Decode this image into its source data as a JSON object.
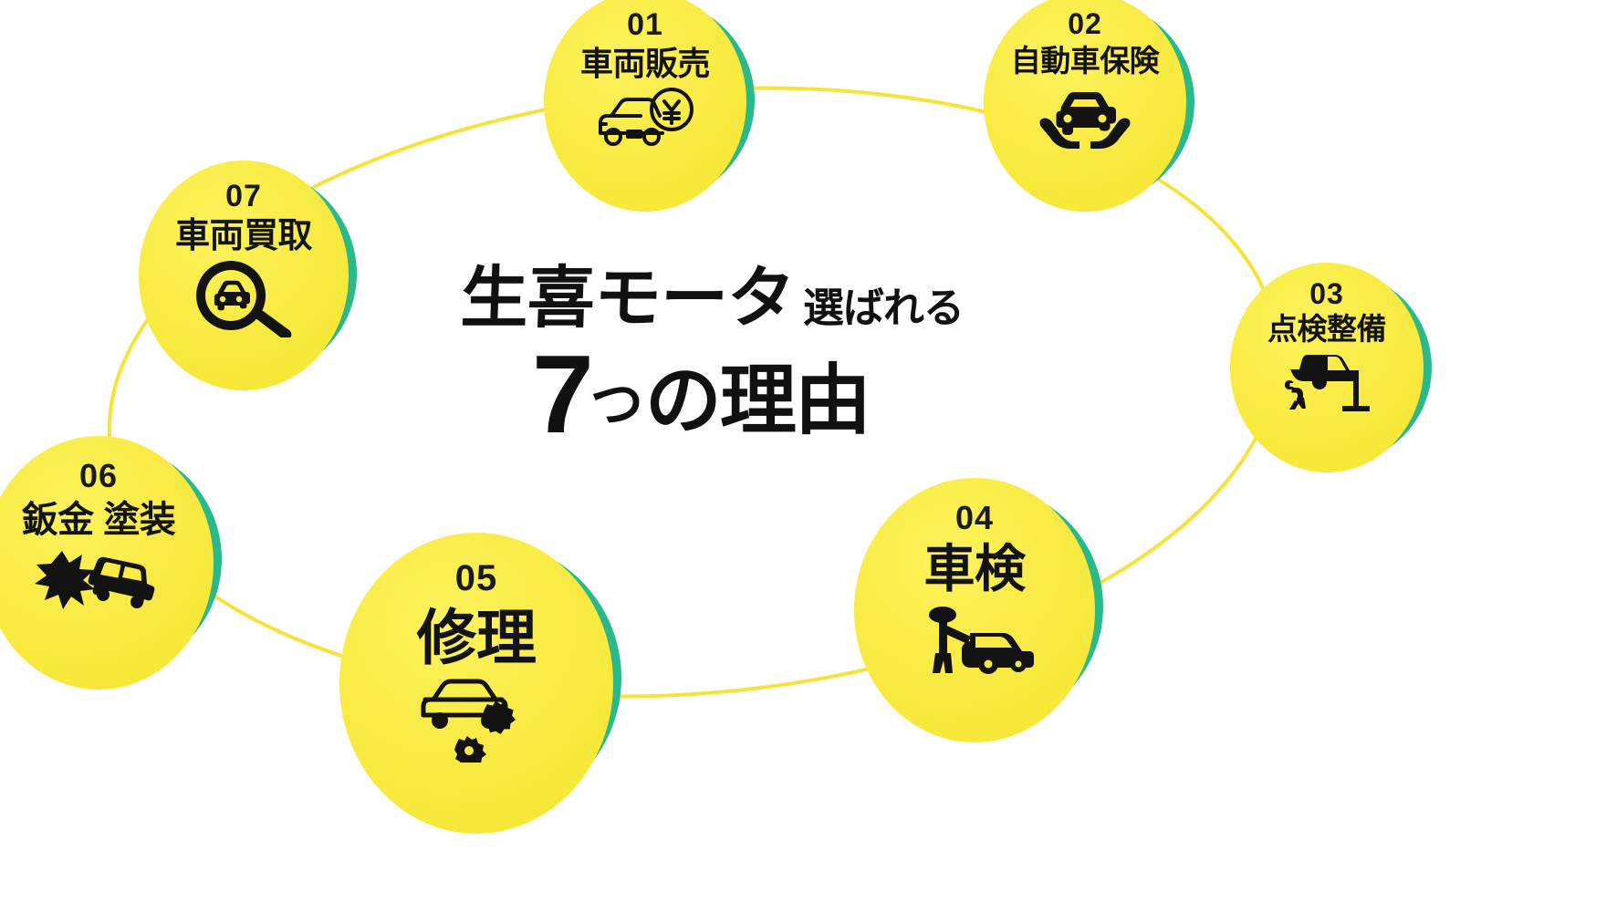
{
  "headline": {
    "brand": "生喜モータ",
    "chosen": "選ばれる",
    "count": "7",
    "counter": "つ",
    "reason": "の理由"
  },
  "colors": {
    "circle_yellow": "#F9EB45",
    "circle_yellow_light": "#FDF35C",
    "circle_yellow_deep": "#F5E630",
    "shadow_green": "#2BB98C",
    "connector_line": "#F7E23A",
    "text_black": "#131313",
    "background": "#FFFFFF"
  },
  "nodes": [
    {
      "id": "01",
      "number": "01",
      "label": "車両販売",
      "icon": "car-with-yen-icon"
    },
    {
      "id": "02",
      "number": "02",
      "label": "自動車保険",
      "icon": "car-in-hands-icon"
    },
    {
      "id": "03",
      "number": "03",
      "label": "点検整備",
      "icon": "car-on-lift-icon"
    },
    {
      "id": "04",
      "number": "04",
      "label": "車検",
      "icon": "mechanic-inspecting-car-icon"
    },
    {
      "id": "05",
      "number": "05",
      "label": "修理",
      "icon": "car-with-gears-icon"
    },
    {
      "id": "06",
      "number": "06",
      "label": "鈑金 塗装",
      "icon": "damaged-car-impact-icon"
    },
    {
      "id": "07",
      "number": "07",
      "label": "車両買取",
      "icon": "car-magnifier-icon"
    }
  ]
}
